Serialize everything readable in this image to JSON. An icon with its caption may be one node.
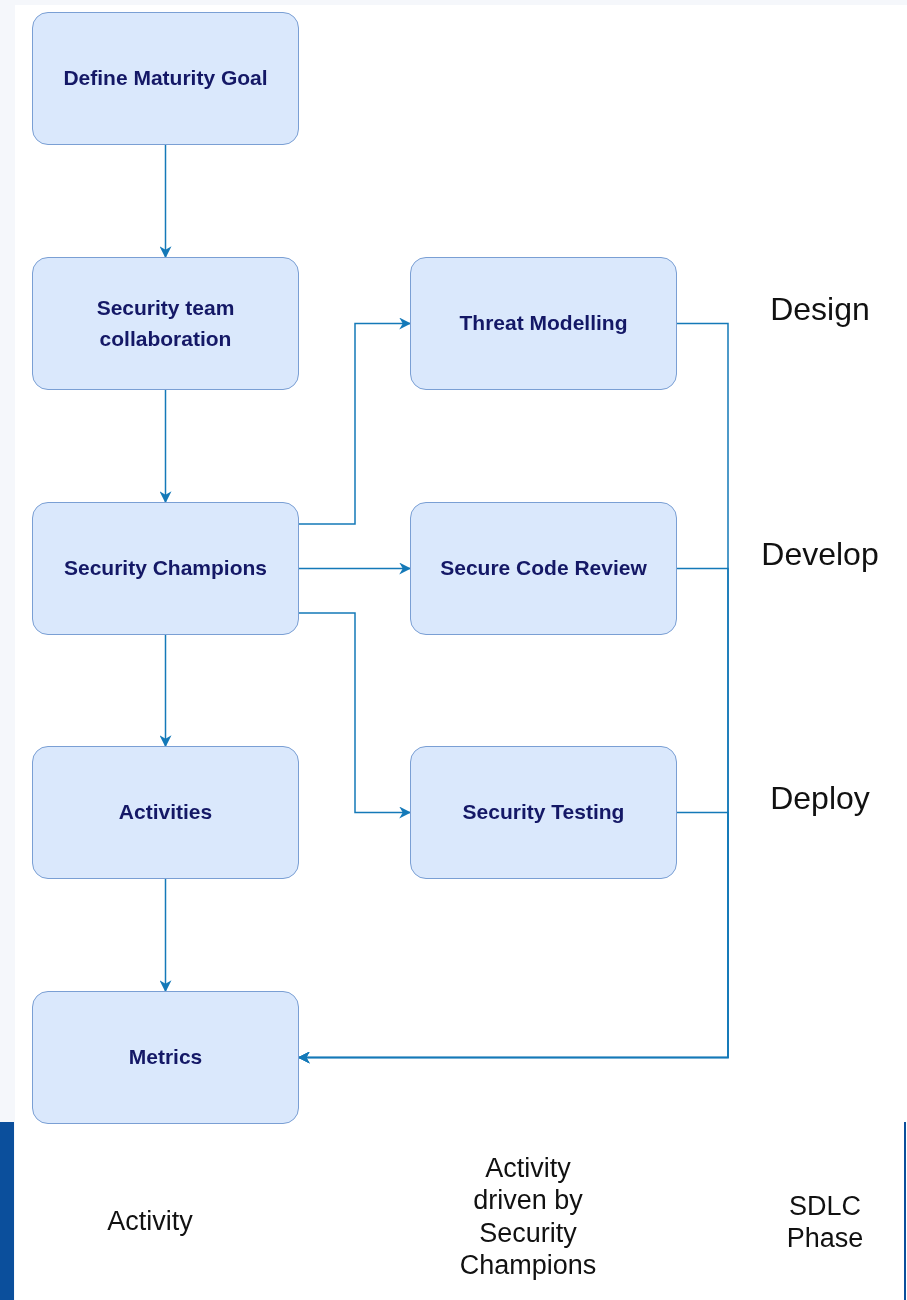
{
  "diagram": {
    "nodes": [
      {
        "text": [
          "Define Maturity Goal"
        ]
      },
      {
        "text": [
          "Security team collaboration"
        ]
      },
      {
        "text": [
          "Threat Modelling"
        ]
      },
      {
        "text": [
          "Security Champions"
        ]
      },
      {
        "text": [
          "Secure Code Review"
        ]
      },
      {
        "text": [
          "Activities"
        ]
      },
      {
        "text": [
          "Security Testing"
        ]
      },
      {
        "text": [
          "Metrics"
        ]
      }
    ],
    "edges": [
      {
        "from": 0,
        "to": 1,
        "arrow": "to"
      },
      {
        "from": 1,
        "to": 3,
        "arrow": "to"
      },
      {
        "from": 3,
        "to": 2,
        "arrow": "to"
      },
      {
        "from": 3,
        "to": 4,
        "arrow": "to"
      },
      {
        "from": 3,
        "to": 6,
        "arrow": "to"
      },
      {
        "from": 3,
        "to": 5,
        "arrow": "to"
      },
      {
        "from": 5,
        "to": 7,
        "arrow": "to"
      },
      {
        "from": 2,
        "to": 7,
        "arrow": "to"
      },
      {
        "from": 4,
        "to": 7,
        "arrow": "to"
      },
      {
        "from": 6,
        "to": 7,
        "arrow": "to"
      }
    ],
    "labels": [
      "Design",
      "Develop",
      "Deploy",
      "Activity",
      "Activity driven by Security Champions",
      "SDLC Phase"
    ]
  }
}
